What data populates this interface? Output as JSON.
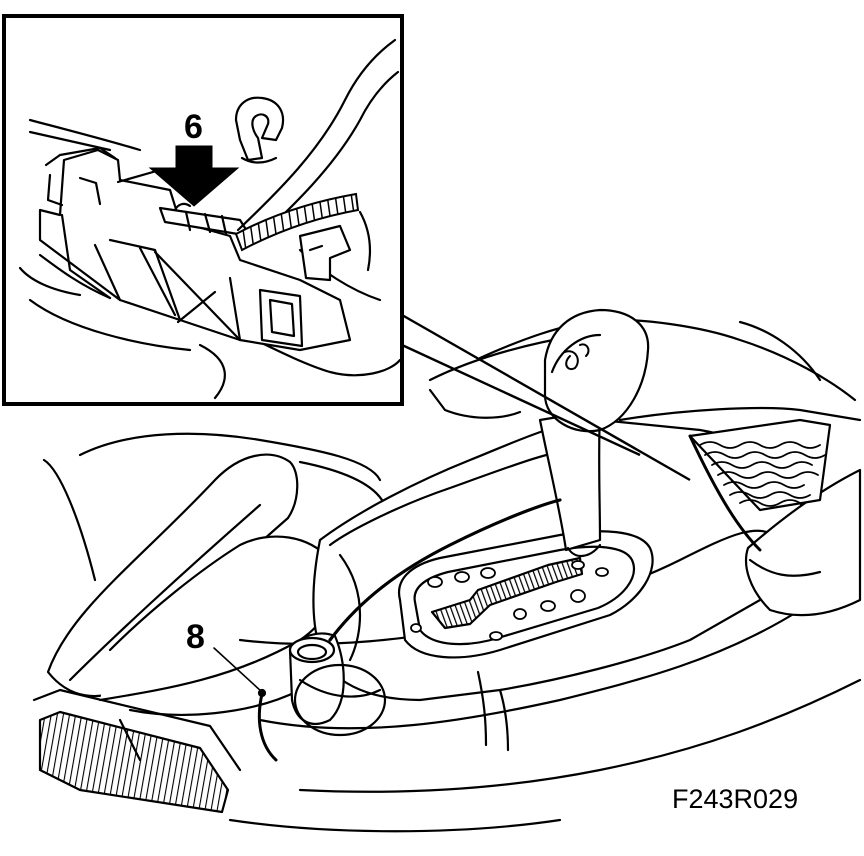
{
  "labels": {
    "callout_6": "6",
    "callout_8": "8"
  },
  "figure_code": "F243R029",
  "colors": {
    "line": "#000000",
    "fill": "#ffffff"
  },
  "icons": {
    "arrow": "down-arrow-icon"
  }
}
